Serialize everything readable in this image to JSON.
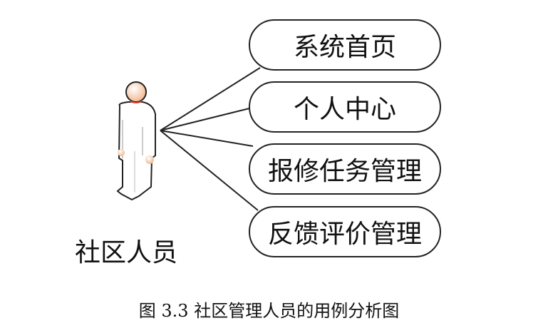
{
  "actor": {
    "name": "社区人员"
  },
  "use_cases": [
    "系统首页",
    "个人中心",
    "报修任务管理",
    "反馈评价管理"
  ],
  "caption": "图 3.3 社区管理人员的用例分析图"
}
